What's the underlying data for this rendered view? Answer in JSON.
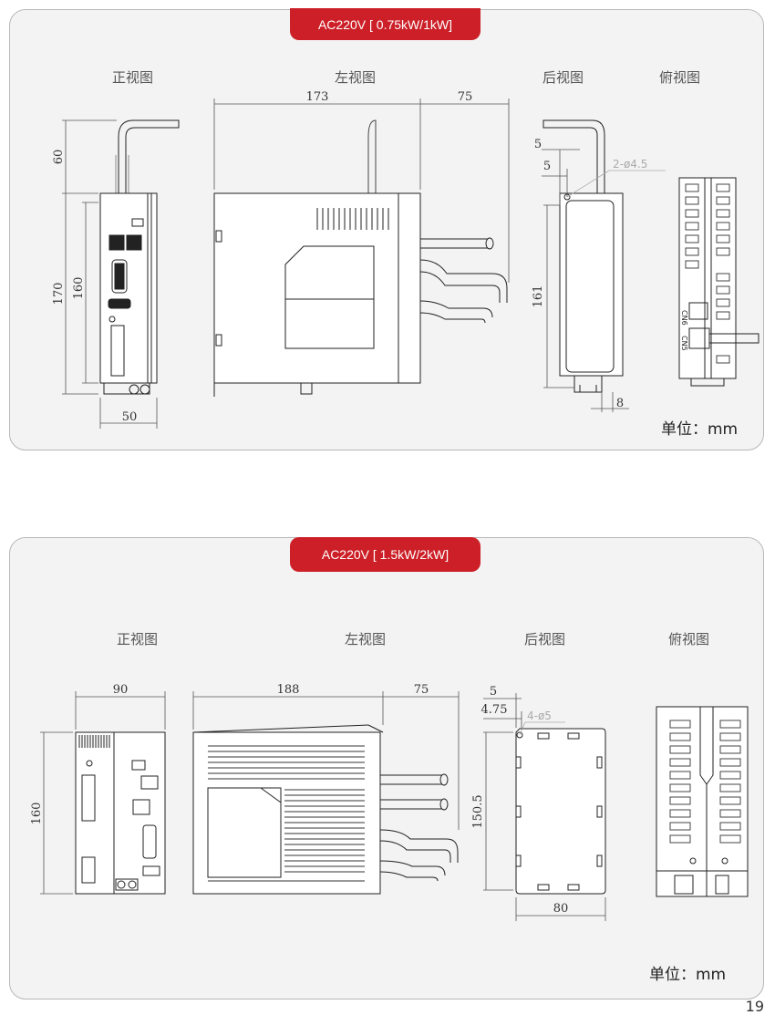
{
  "panel1": {
    "title": "AC220V [ 0.75kW/1kW]",
    "views": {
      "front": "正视图",
      "left": "左视图",
      "back": "后视图",
      "top": "俯视图"
    },
    "dims": {
      "d60": "60",
      "d170": "170",
      "d160": "160",
      "d50": "50",
      "d173": "173",
      "d75": "75",
      "d5a": "5",
      "d5b": "5",
      "hole": "2-ø4.5",
      "d161": "161",
      "d8": "8"
    },
    "unit": "单位：mm"
  },
  "panel2": {
    "title": "AC220V [ 1.5kW/2kW]",
    "views": {
      "front": "正视图",
      "left": "左视图",
      "back": "后视图",
      "top": "俯视图"
    },
    "dims": {
      "d90": "90",
      "d160": "160",
      "d188": "188",
      "d75": "75",
      "d5": "5",
      "d475": "4.75",
      "hole": "4-ø5",
      "d1505": "150.5",
      "d80": "80"
    },
    "unit": "单位：mm"
  },
  "page_number": "19"
}
